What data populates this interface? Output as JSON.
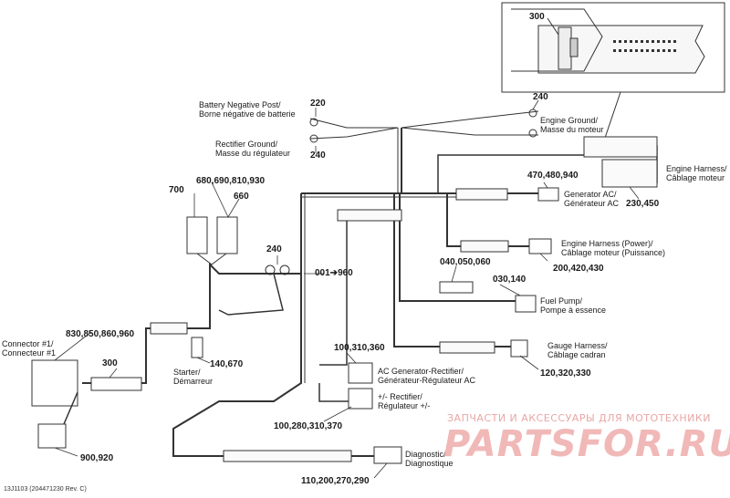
{
  "labels": {
    "battery_post": "Battery Negative Post/",
    "battery_post_fr": "Borne négative de batterie",
    "rectifier_ground": "Rectifier Ground/",
    "rectifier_ground_fr": "Masse du régulateur",
    "engine_ground": "Engine Ground/",
    "engine_ground_fr": "Masse du moteur",
    "engine_harness": "Engine Harness/",
    "engine_harness_fr": "Câblage moteur",
    "generator_ac": "Generator AC/",
    "generator_ac_fr": "Générateur AC",
    "engine_harness_power": "Engine Harness (Power)/",
    "engine_harness_power_fr": "Câblage moteur (Puissance)",
    "fuel_pump": "Fuel Pump/",
    "fuel_pump_fr": "Pompe à essence",
    "gauge_harness": "Gauge Harness/",
    "gauge_harness_fr": "Câblage cadran",
    "ac_gen_rect": "AC Generator-Rectifier/",
    "ac_gen_rect_fr": "Générateur-Régulateur AC",
    "rectifier": "+/- Rectifier/",
    "rectifier_fr": "Régulateur +/-",
    "starter": "Starter/",
    "starter_fr": "Démarreur",
    "connector1": "Connector #1/",
    "connector1_fr": "Connecteur #1",
    "diagnostic": "Diagnostic/",
    "diagnostic_fr": "Diagnostique"
  },
  "numbers": {
    "n300_top": "300",
    "n220": "220",
    "n240_a": "240",
    "n240_b": "240",
    "n240_c": "240",
    "n470": "470,480,940",
    "n230": "230,450",
    "n680": "680,690,810,930",
    "n700": "700",
    "n660": "660",
    "n200": "200,420,430",
    "n040": "040,050,060",
    "n030": "030,140",
    "n001": "001➔960",
    "n830": "830,850,860,960",
    "n300_b": "300",
    "n100a": "100,310,360",
    "n140": "140,670",
    "n120": "120,320,330",
    "n100b": "100,280,310,370",
    "n900": "900,920",
    "n110": "110,200,270,290"
  },
  "watermark": {
    "top": "ЗАПЧАСТИ И АКСЕССУАРЫ ДЛЯ МОТОТЕХНИКИ",
    "logo": "PARTSFOR.RU"
  },
  "reference": "13J1103 (204471230 Rev. C)"
}
